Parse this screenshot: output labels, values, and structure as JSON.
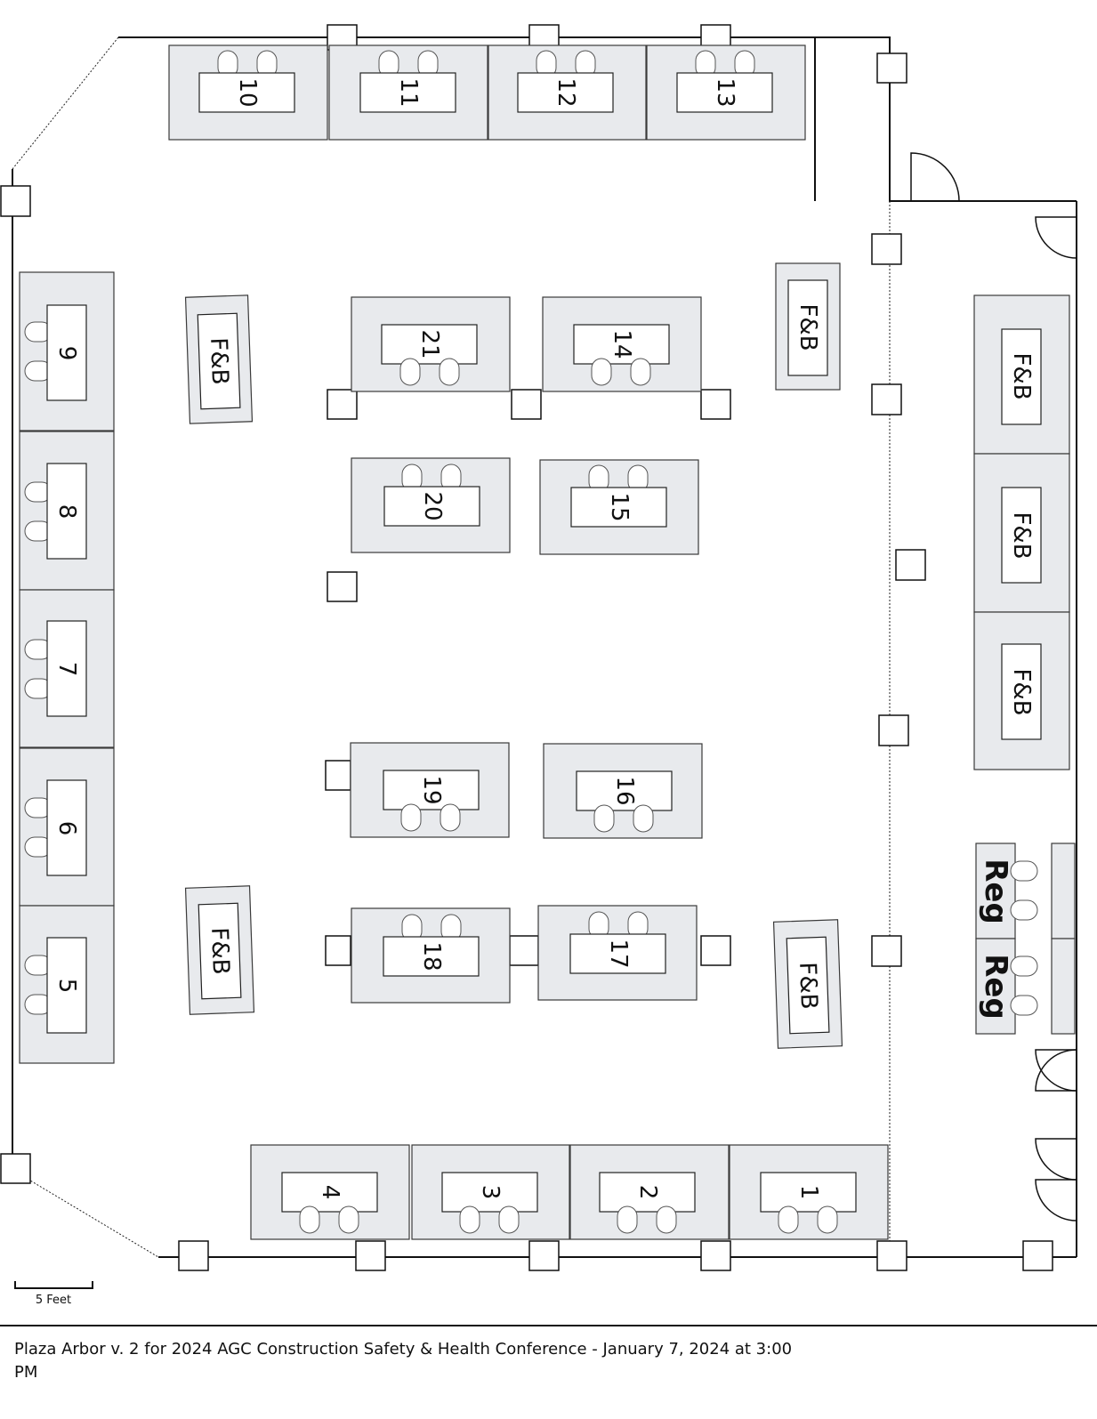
{
  "caption": "Plaza Arbor v. 2 for 2024 AGC Construction Safety & Health Conference - January 7, 2024 at 3:00 PM",
  "scale_label": "5 Feet",
  "booth_labels": {
    "b1": "1",
    "b2": "2",
    "b3": "3",
    "b4": "4",
    "b5": "5",
    "b6": "6",
    "b7": "7",
    "b8": "8",
    "b9": "9",
    "b10": "10",
    "b11": "11",
    "b12": "12",
    "b13": "13",
    "b14": "14",
    "b15": "15",
    "b16": "16",
    "b17": "17",
    "b18": "18",
    "b19": "19",
    "b20": "20",
    "b21": "21"
  },
  "fb_label": "F&B",
  "reg_label": "Reg",
  "colors": {
    "booth_fill": "#e8eaed",
    "wall": "#111111"
  }
}
